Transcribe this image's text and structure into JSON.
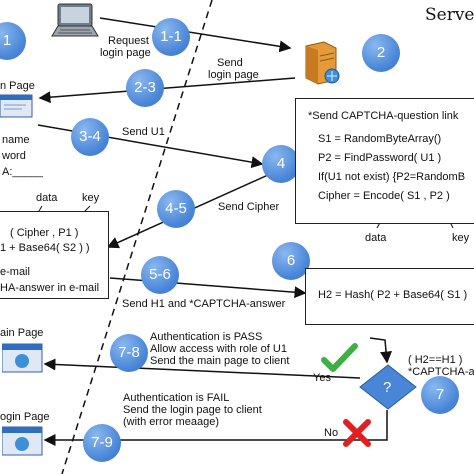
{
  "server": {
    "title": "Server"
  },
  "steps": {
    "s1": "1",
    "s1_1": "1-1",
    "s2": "2",
    "s2_3": "2-3",
    "s3_4": "3-4",
    "s4": "4",
    "s4_5": "4-5",
    "s5_6": "5-6",
    "s6": "6",
    "s7": "7",
    "s7_8": "7-8",
    "s7_9": "7-9"
  },
  "arrows": {
    "request_login_1": "Request",
    "request_login_2": "login page",
    "send_login_1": "Send",
    "send_login_2": "login page",
    "send_u1": "Send U1",
    "send_cipher": "Send Cipher",
    "send_h1": "Send H1 and *CAPTCHA-answer",
    "pass_1": "Authentication is PASS",
    "pass_2": "Allow access with role of U1",
    "pass_3": "Send the main page to client",
    "fail_1": "Authentication is FAIL",
    "fail_2": "Send the login page to client",
    "fail_3": "(with error meaage)"
  },
  "client_left": {
    "login_page": "n Page",
    "name": "name",
    "password": "word",
    "captcha": "A:_____",
    "main_page": "ain Page",
    "login_page_2": "ogin Page"
  },
  "client_box": {
    "label_data": "data",
    "label_key": "key",
    "line1": "( Cipher , P1 )",
    "line2": "1 + Base64( S2 ) )",
    "line3": "e-mail",
    "line4": "HA-answer in e-mail"
  },
  "server_box4": {
    "line1": "*Send CAPTCHA-question link",
    "line2": "S1 = RandomByteArray()",
    "line3": "P2 = FindPassword( U1 )",
    "line4": "If(U1 not exist) {P2=RandomB",
    "line5": "Cipher = Encode( S1 , P2 )",
    "label_data": "data",
    "label_key": "key"
  },
  "server_box6": {
    "line1": "H2 = Hash( P2 + Base64( S1 )"
  },
  "decision": {
    "symbol": "?",
    "cond1": "( H2==H1 )",
    "cond2": "*CAPTCHA-a",
    "yes": "Yes",
    "no": "No"
  },
  "colors": {
    "circle": "#4a86d8",
    "check": "#3cb043",
    "cross": "#e02020",
    "diamond": "#4a86d8"
  }
}
